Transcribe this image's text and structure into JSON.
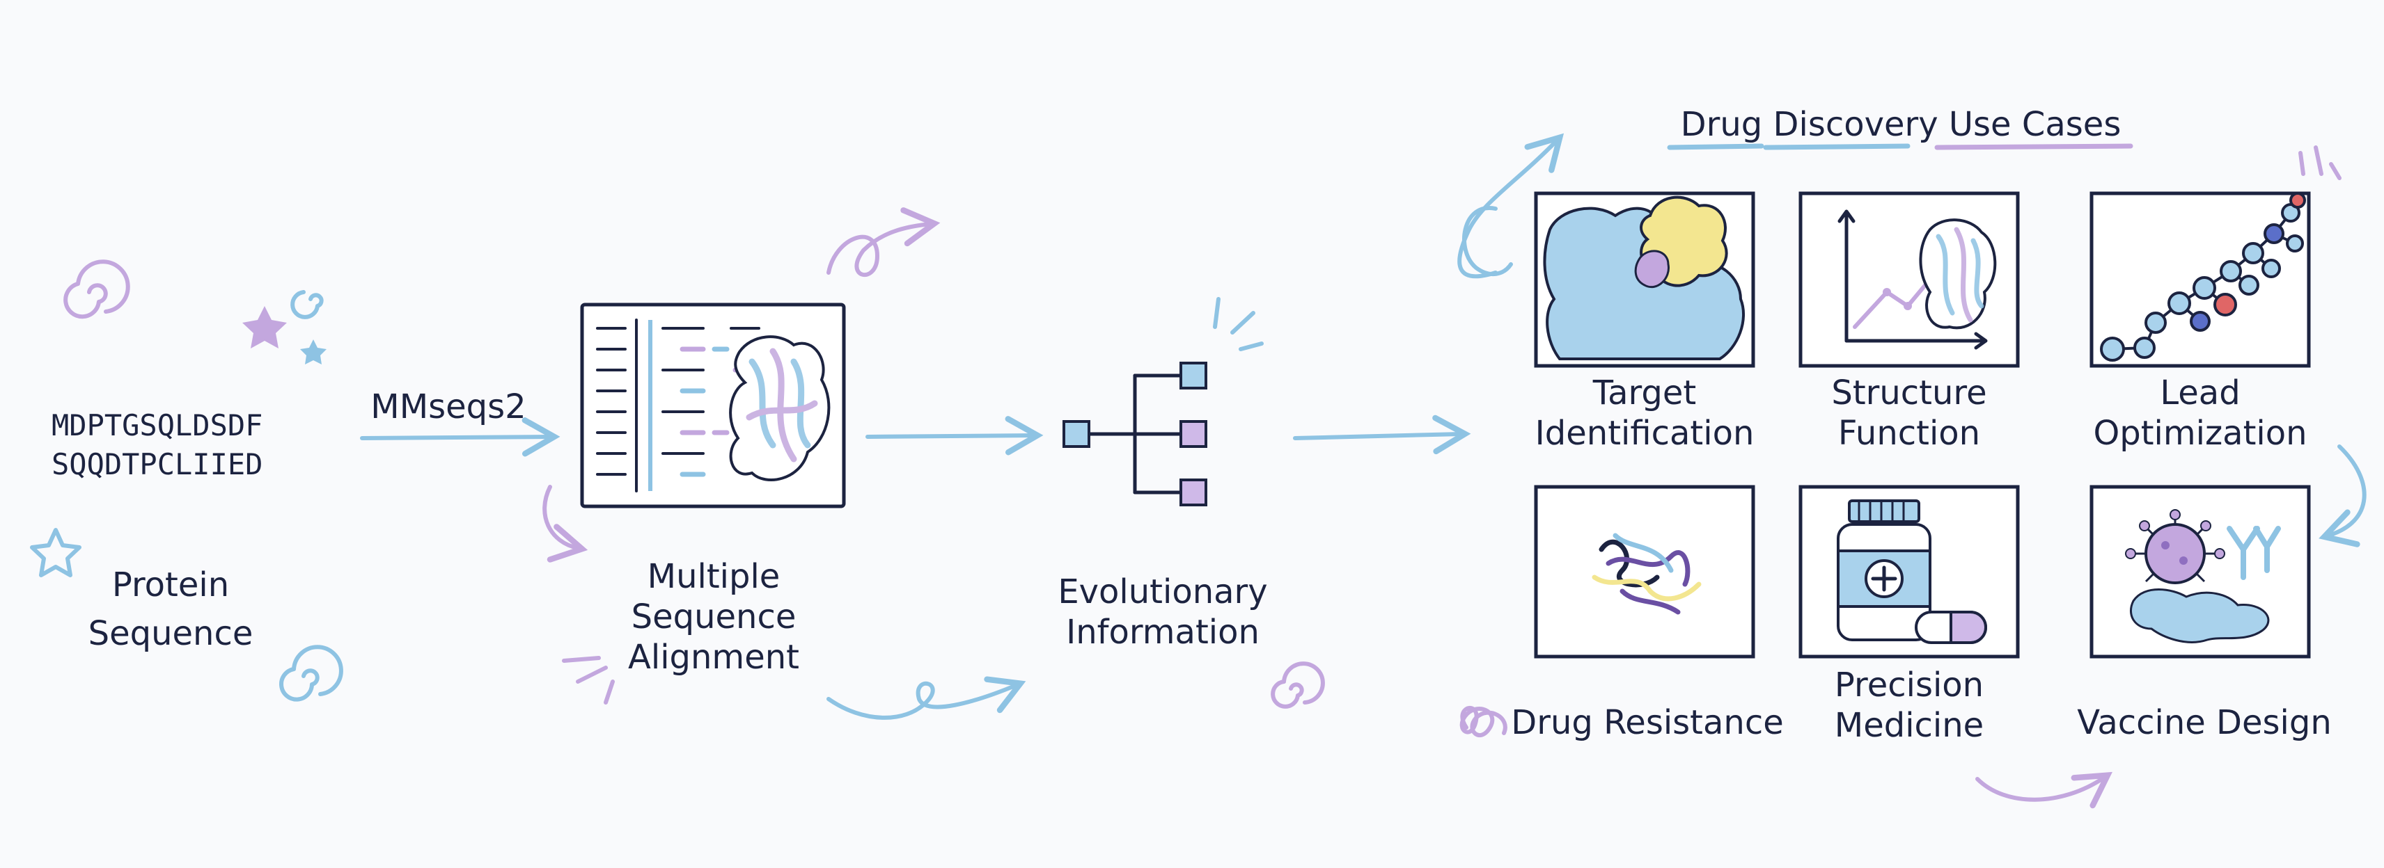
{
  "protein_sequence": {
    "line1": "MDPTGSQLDSDF",
    "line2": "SQQDTPCLIIED",
    "label_line1": "Protein",
    "label_line2": "Sequence"
  },
  "mmseqs_label": "MMseqs2",
  "msa_label": {
    "line1": "Multiple",
    "line2": "Sequence",
    "line3": "Alignment"
  },
  "evo_label": {
    "line1": "Evolutionary",
    "line2": "Information"
  },
  "use_cases": {
    "title": "Drug Discovery Use Cases",
    "target": {
      "line1": "Target",
      "line2": "Identification"
    },
    "structure": {
      "line1": "Structure",
      "line2": "Function"
    },
    "lead": {
      "line1": "Lead",
      "line2": "Optimization"
    },
    "resistance": "Drug Resistance",
    "precision": {
      "line1": "Precision",
      "line2": "Medicine"
    },
    "vaccine": "Vaccine Design"
  },
  "colors": {
    "ink": "#1c2340",
    "accent_blue": "#8ec3e3",
    "accent_purple": "#c3a7de",
    "protein_blue": "#a9d2ec",
    "highlight_yellow": "#f3e690"
  }
}
